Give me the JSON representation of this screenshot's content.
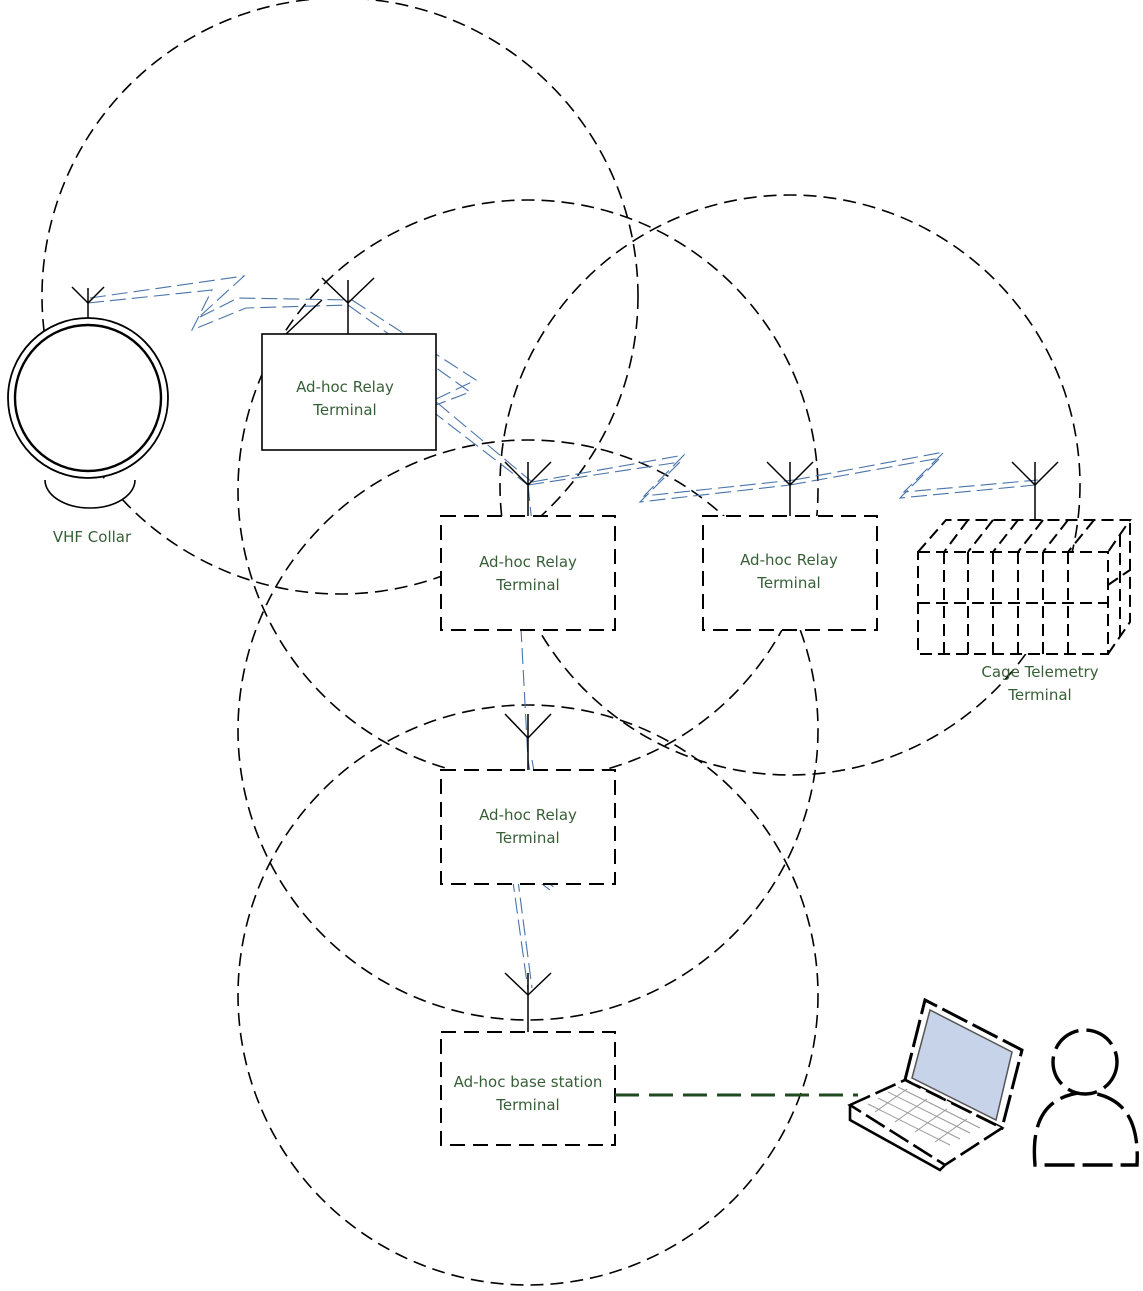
{
  "nodes": {
    "vhf_collar": {
      "label": "VHF Collar"
    },
    "relay_top": {
      "line1": "Ad-hoc Relay",
      "line2": "Terminal"
    },
    "relay_center": {
      "line1": "Ad-hoc Relay",
      "line2": "Terminal"
    },
    "relay_right": {
      "line1": "Ad-hoc Relay",
      "line2": "Terminal"
    },
    "relay_lower": {
      "line1": "Ad-hoc Relay",
      "line2": "Terminal"
    },
    "cage_terminal": {
      "line1": "Cage Telemetry",
      "line2": "Terminal"
    },
    "base_station": {
      "line1": "Ad-hoc base station",
      "line2": "Terminal"
    }
  },
  "colors": {
    "label_text": "#375f37",
    "radio_link": "#4a74a8",
    "wired_link": "#1f4a1f",
    "range_circle": "#000000",
    "laptop_screen": "#c7d3e8"
  },
  "icons": {
    "collar": "vhf-collar-icon",
    "cage": "cage-icon",
    "laptop": "laptop-icon",
    "user": "user-icon",
    "antenna": "antenna-icon"
  }
}
